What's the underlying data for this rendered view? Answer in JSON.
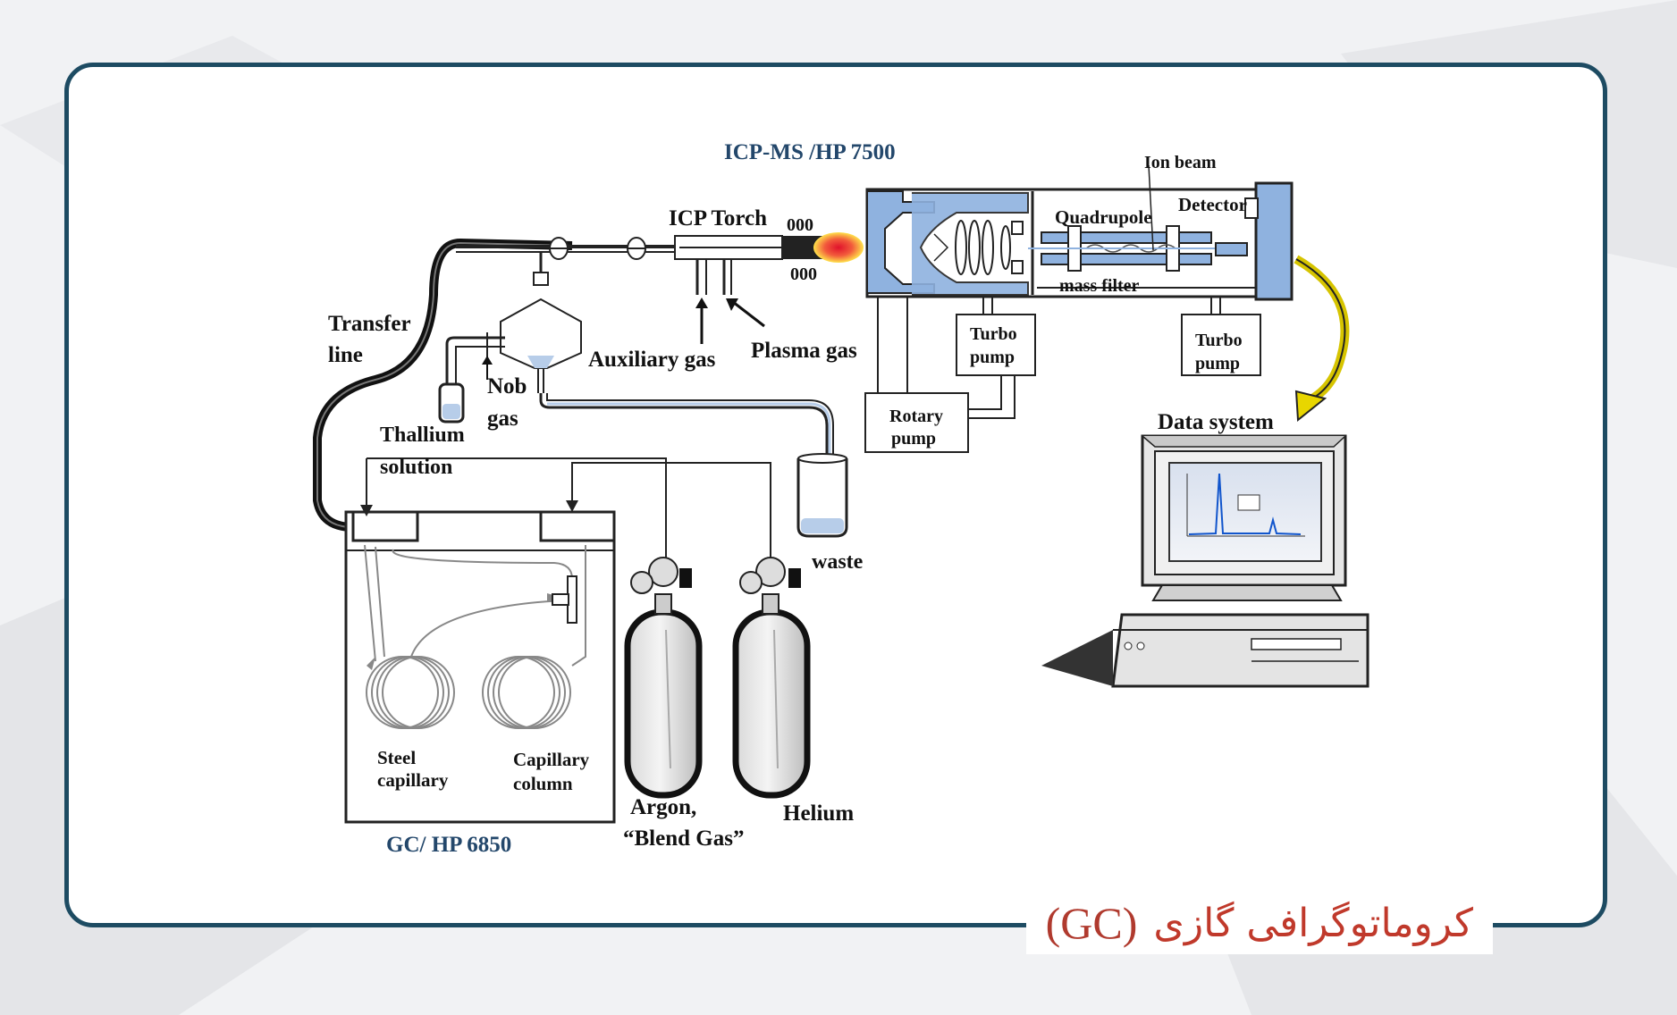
{
  "caption": {
    "title_fa": "کروماتوگرافی گازی",
    "title_en": "(GC)"
  },
  "labels": {
    "icpms": "ICP-MS /HP 7500",
    "ion_beam": "Ion beam",
    "icp_torch": "ICP Torch",
    "ooo_top": "000",
    "ooo_bottom": "000",
    "quadrupole": "Quadrupole",
    "detector": "Detector",
    "mass_filter": "mass filter",
    "transfer_line_1": "Transfer",
    "transfer_line_2": "line",
    "auxiliary_gas": "Auxiliary  gas",
    "plasma_gas": "Plasma  gas",
    "nob_gas_1": "Nob",
    "nob_gas_2": "gas",
    "turbo_pump_1a": "Turbo",
    "turbo_pump_1b": "pump",
    "turbo_pump_2a": "Turbo",
    "turbo_pump_2b": "pump",
    "rotary_pump_a": "Rotary",
    "rotary_pump_b": "pump",
    "thallium_1": "Thallium",
    "thallium_2": "solution",
    "data_system": "Data system",
    "waste": "waste",
    "steel_1": "Steel",
    "steel_2": "capillary",
    "capillary_1": "Capillary",
    "capillary_2": "column",
    "argon_1": "Argon,",
    "argon_2": "“Blend Gas”",
    "helium": "Helium",
    "gc": "GC/ HP 6850"
  },
  "colors": {
    "frame": "#1d4b62",
    "caption_text": "#c0392b",
    "label_blue": "#23476b",
    "instrument_blue": "#8fb2df"
  },
  "icons": [
    "flame-icon",
    "computer-icon",
    "gas-cylinder-icon",
    "arrow-icon"
  ]
}
